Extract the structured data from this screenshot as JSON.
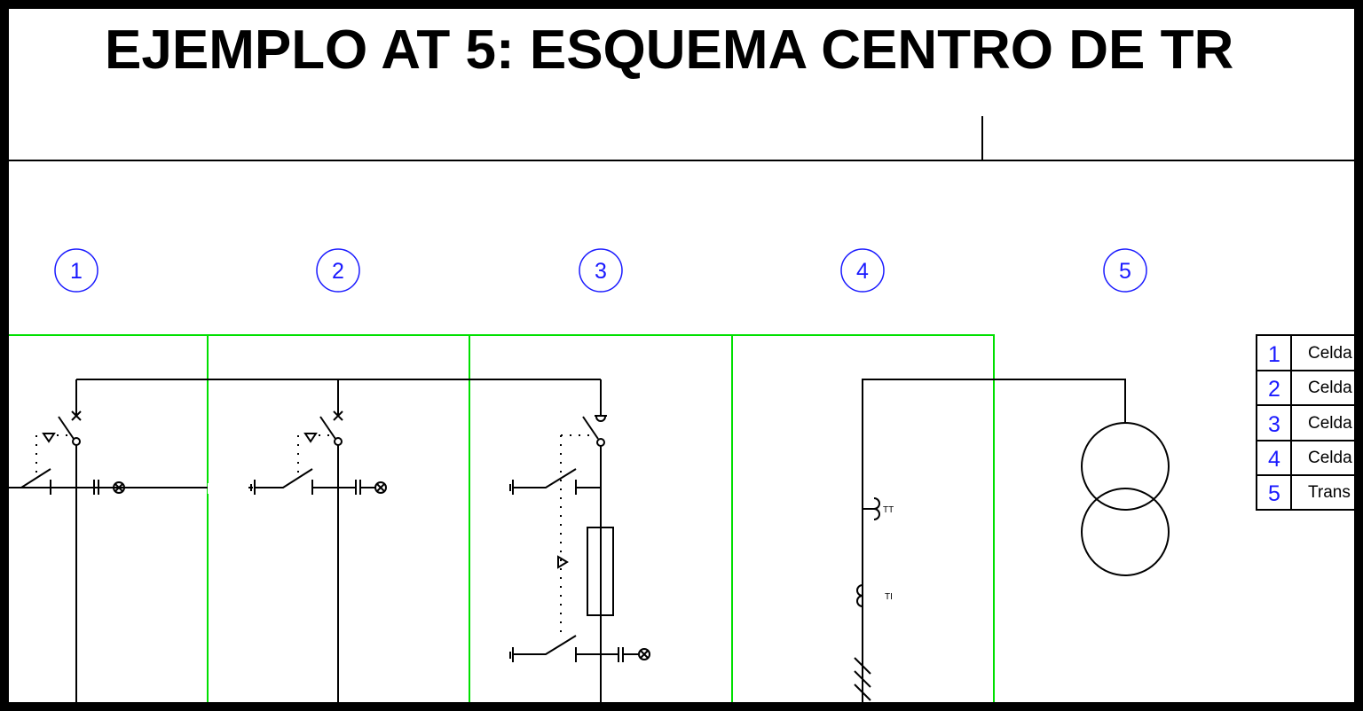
{
  "title": "EJEMPLO AT 5: ESQUEMA CENTRO DE TR",
  "cells": [
    {
      "number": "1"
    },
    {
      "number": "2"
    },
    {
      "number": "3"
    },
    {
      "number": "4"
    },
    {
      "number": "5"
    }
  ],
  "labels": {
    "tt": "TT",
    "ti": "TI"
  },
  "legend": [
    {
      "number": "1",
      "text": "Celda"
    },
    {
      "number": "2",
      "text": "Celda"
    },
    {
      "number": "3",
      "text": "Celda"
    },
    {
      "number": "4",
      "text": "Celda"
    },
    {
      "number": "5",
      "text": "Trans"
    }
  ],
  "colors": {
    "numbers": "#1a1aff",
    "cell_frame": "#00e000",
    "lines": "#000000"
  }
}
